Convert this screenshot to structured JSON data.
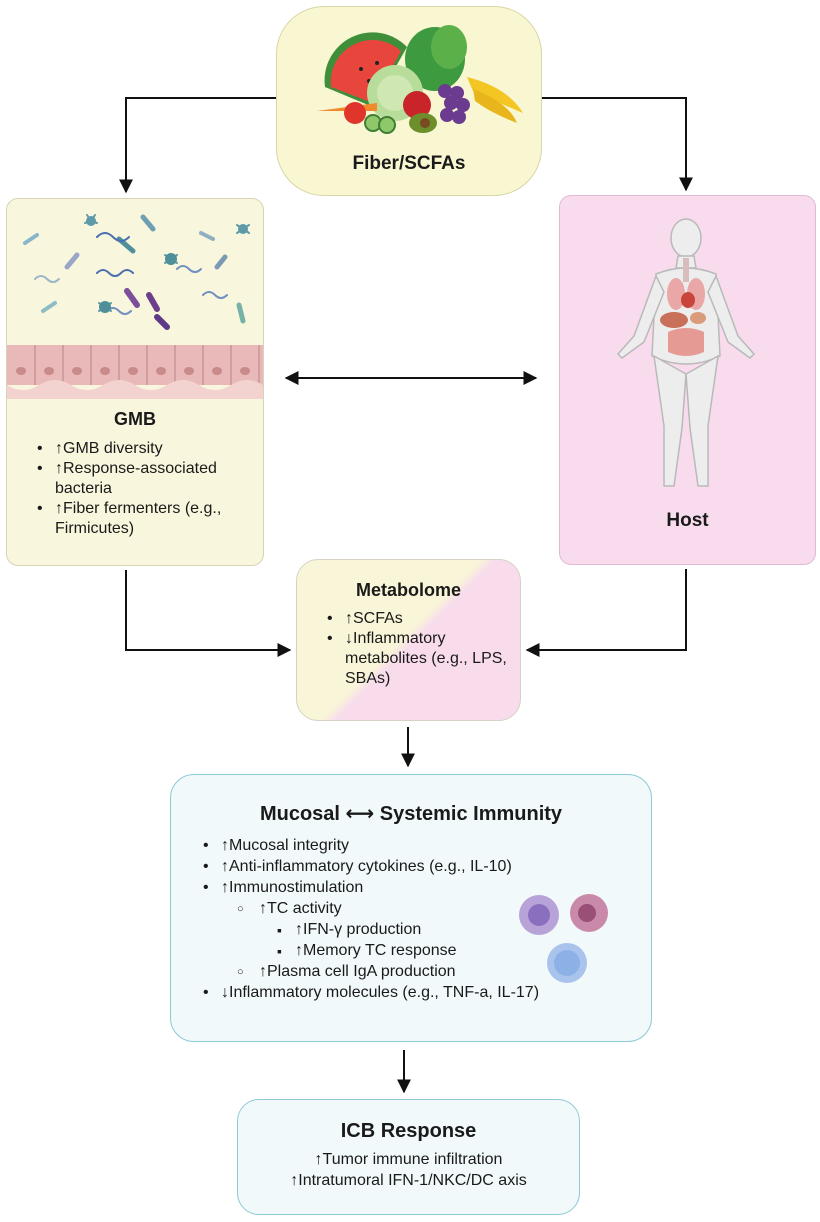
{
  "fiber": {
    "label": "Fiber/SCFAs"
  },
  "gmb": {
    "title": "GMB",
    "items": [
      "↑GMB diversity",
      "↑Response-associated bacteria",
      "↑Fiber fermenters (e.g., Firmicutes)"
    ]
  },
  "host": {
    "label": "Host"
  },
  "metabolome": {
    "title": "Metabolome",
    "items": [
      "↑SCFAs",
      "↓Inflammatory metabolites (e.g., LPS, SBAs)"
    ]
  },
  "immunity": {
    "title": "Mucosal ⟷ Systemic Immunity",
    "items": [
      "↑Mucosal integrity",
      "↑Anti-inflammatory cytokines (e.g., IL-10)",
      "↑Immunostimulation",
      "↑TC activity",
      "↑IFN-γ production",
      "↑Memory TC response",
      "↑Plasma cell IgA production",
      "↓Inflammatory molecules (e.g., TNF-a, IL-17)"
    ]
  },
  "icb": {
    "title": "ICB Response",
    "lines": [
      "↑Tumor immune infiltration",
      "↑Intratumoral IFN-1/NKC/DC axis"
    ]
  },
  "colors": {
    "cream": "#f8f6dc",
    "pink": "#f8dcee",
    "teal_border": "#8ec9d6",
    "immune_bg": "#f1f9fb",
    "arrow": "#111111"
  }
}
